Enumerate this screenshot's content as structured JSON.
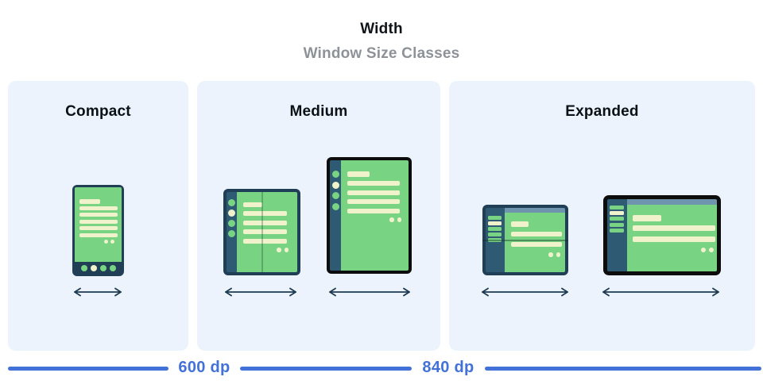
{
  "header": {
    "title": "Width",
    "subtitle": "Window Size Classes"
  },
  "panels": [
    {
      "id": "compact",
      "label": "Compact",
      "devices": [
        "phone-portrait"
      ]
    },
    {
      "id": "medium",
      "label": "Medium",
      "devices": [
        "foldable-open-portrait",
        "tablet-portrait"
      ]
    },
    {
      "id": "expanded",
      "label": "Expanded",
      "devices": [
        "foldable-open-landscape",
        "tablet-landscape"
      ]
    }
  ],
  "ruler": {
    "breakpoints": [
      {
        "label": "600 dp"
      },
      {
        "label": "840 dp"
      }
    ]
  },
  "icons": {
    "width-arrow-icon": "↔"
  },
  "colors": {
    "panel_bg": "#ecf3fc",
    "accent_blue": "#4271d7",
    "screen_green": "#78d382",
    "line_cream": "#f0f2cc",
    "frame_navy": "#203e56",
    "rail_navy": "#2e5a74",
    "top_strip_blue_gray": "#6f94ae",
    "frame_black": "#0d0d0d",
    "subtitle_gray": "#8d9298",
    "heading_black": "#0c1116"
  }
}
